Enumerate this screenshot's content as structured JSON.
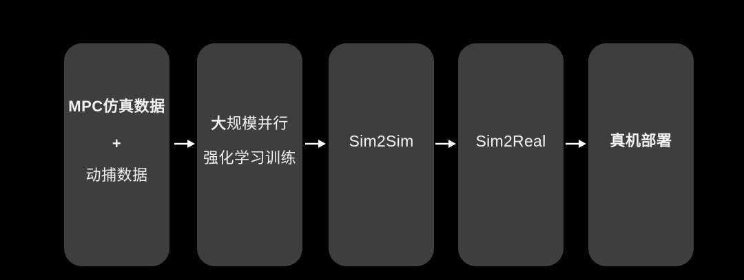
{
  "diagram": {
    "type": "flowchart",
    "direction": "left-to-right",
    "colors": {
      "background": "#000000",
      "box_fill": "#3e3e3e",
      "text": "#f2f2f2",
      "arrow": "#ffffff"
    },
    "steps": [
      {
        "id": "training-data",
        "line1": "MPC仿真数据",
        "line2": "+",
        "line3": "动捕数据"
      },
      {
        "id": "rl-training",
        "line1_lead": "大",
        "line1_rest": "规模并行",
        "line2": "强化学习训练"
      },
      {
        "id": "sim2sim",
        "label": "Sim2Sim"
      },
      {
        "id": "sim2real",
        "label": "Sim2Real"
      },
      {
        "id": "real-robot-deploy",
        "label": "真机部署"
      }
    ],
    "connectors": {
      "icon": "arrow-right-icon",
      "count": 4
    }
  }
}
